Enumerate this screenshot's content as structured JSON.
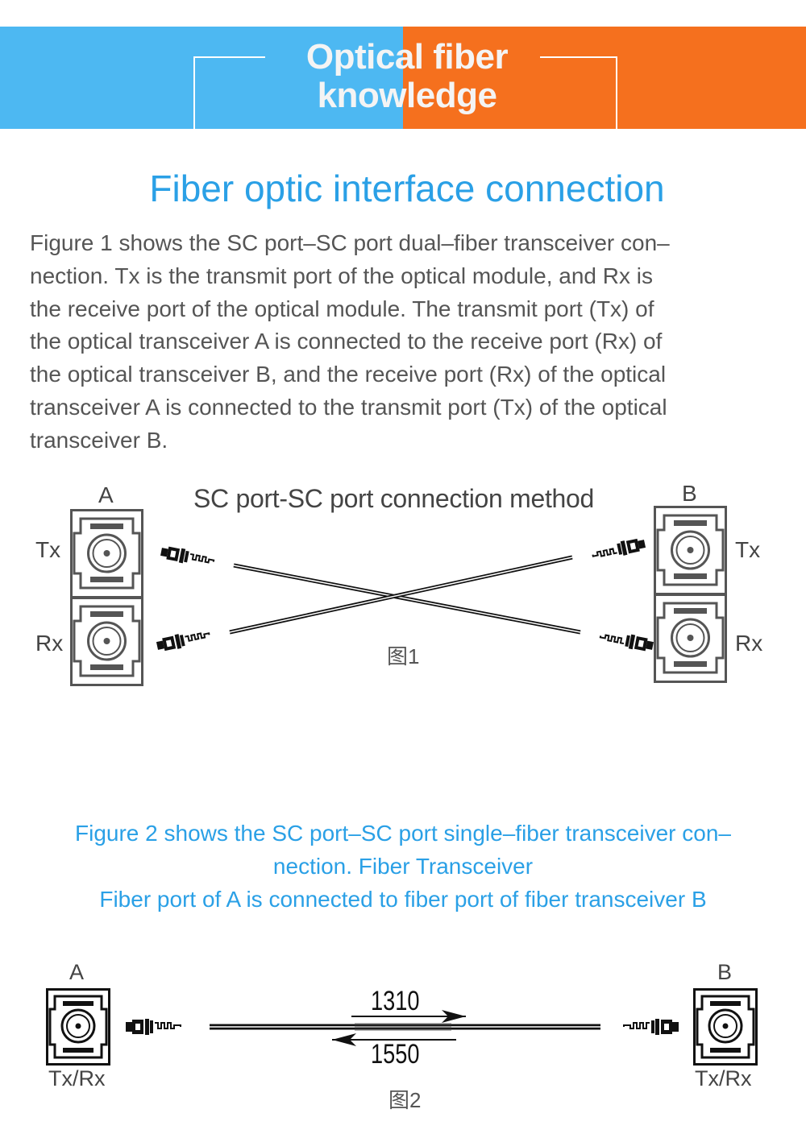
{
  "banner": {
    "title_line1": "Optical fiber",
    "title_line2": "knowledge",
    "colors": {
      "left": "#4db8f2",
      "right": "#f5701e",
      "text": "#f4f4f4"
    }
  },
  "section": {
    "title": "Fiber optic interface connection",
    "title_color": "#2aa0e6"
  },
  "paragraph1": {
    "lines": [
      "Figure 1 shows the SC port–SC port dual–fiber transceiver con–",
      "nection. Tx is the transmit port of the optical module, and Rx is",
      "the receive port of the optical module. The transmit port (Tx) of",
      "the optical transceiver A is connected to the receive port (Rx) of",
      "the optical transceiver B, and the receive port (Rx) of the optical",
      "transceiver A is connected to the transmit port (Tx) of the optical",
      "transceiver B."
    ]
  },
  "figure1": {
    "title": "SC port-SC port connection method",
    "device_a_label": "A",
    "device_b_label": "B",
    "a_tx_label": "Tx",
    "a_rx_label": "Rx",
    "b_tx_label": "Tx",
    "b_rx_label": "Rx",
    "caption": "图1"
  },
  "paragraph2": {
    "lines": [
      "Figure 2 shows the SC port–SC port single–fiber transceiver con–",
      "nection. Fiber Transceiver",
      "Fiber port of A is connected to fiber port of fiber transceiver B"
    ]
  },
  "figure2": {
    "device_a_label": "A",
    "device_b_label": "B",
    "a_port_label": "Tx/Rx",
    "b_port_label": "Tx/Rx",
    "forward_wavelength": "1310",
    "reverse_wavelength": "1550",
    "caption": "图2"
  }
}
